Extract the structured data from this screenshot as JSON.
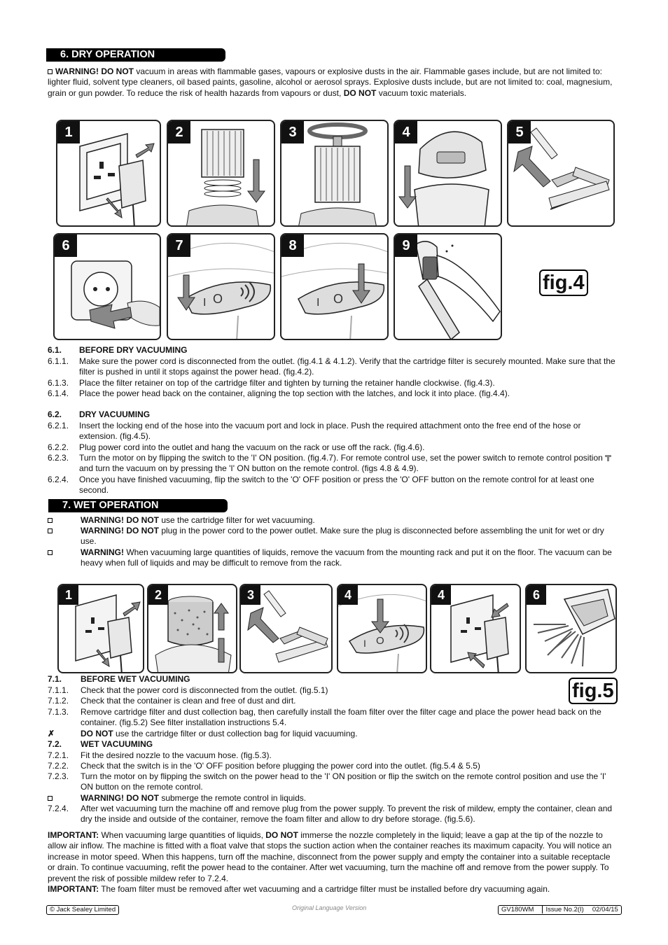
{
  "section6": {
    "title": "6.  DRY OPERATION",
    "warning_bold": "WARNING! DO NOT",
    "warning_text": " vacuum in areas with flammable gases, vapours or explosive dusts in the air. Flammable gases include, but are not limited to: lighter fluid, solvent type cleaners, oil based paints, gasoline, alcohol or aerosol sprays. Explosive dusts include, but are not limited to: coal, magnesium, grain or gun powder. To reduce the risk of health hazards from vapours or dust, ",
    "warning_bold2": "DO NOT",
    "warning_text2": " vacuum toxic materials."
  },
  "fig4": {
    "label": "fig.4",
    "panels": [
      "1",
      "2",
      "3",
      "4",
      "5",
      "6",
      "7",
      "8",
      "9"
    ]
  },
  "dry": {
    "s61_num": "6.1.",
    "s61_title": "BEFORE DRY VACUUMING",
    "items1": [
      {
        "n": "6.1.1.",
        "t": "Make sure the power cord is disconnected from the outlet. (fig.4.1 & 4.1.2). Verify that the cartridge filter is securely mounted. Make sure that the filter is pushed in until it stops against the power head. (fig.4.2)."
      },
      {
        "n": "6.1.3.",
        "t": "Place the filter retainer on top of the cartridge filter and tighten by turning the retainer handle clockwise. (fig.4.3)."
      },
      {
        "n": "6.1.4.",
        "t": "Place the power head back on the container, aligning the top section with the latches, and lock it into place. (fig.4.4)."
      }
    ],
    "s62_num": "6.2.",
    "s62_title": "DRY VACUUMING",
    "items2": [
      {
        "n": "6.2.1.",
        "t": "Insert the locking end of the hose into the vacuum port and lock in place. Push the required attachment onto the free end of the hose or extension. (fig.4.5)."
      },
      {
        "n": "6.2.2.",
        "t": "Plug power cord into the outlet and hang the vacuum on the rack or use off the rack. (fig.4.6)."
      }
    ],
    "item623_n": "6.2.3.",
    "item623_a": "Turn the motor on by flipping the switch to the 'I' ON position. (fig.4.7). For remote control use, set the power switch to remote control position ",
    "item623_b": "  and turn the vacuum on by pressing the 'I' ON button on the remote control. (figs 4.8 & 4.9).",
    "item624_n": "6.2.4.",
    "item624_t": "Once you have finished vacuuming, flip the switch to the 'O' OFF position or press the 'O' OFF button on the remote control for at least one second."
  },
  "section7": {
    "title": "7.  WET OPERATION",
    "warnings": [
      {
        "b": "WARNING! DO NOT",
        "t": " use the cartridge filter for wet vacuuming."
      },
      {
        "b": "WARNING! DO NOT",
        "t": " plug in the power cord to the power outlet. Make sure the plug is disconnected before assembling the unit for wet or dry use."
      },
      {
        "b": "WARNING!",
        "t": " When vacuuming large quantities of liquids, remove the vacuum from the mounting rack and put it on the floor. The vacuum can be heavy when full of liquids and may be difficult to remove from the rack."
      }
    ]
  },
  "fig5": {
    "label": "fig.5",
    "panels": [
      "1",
      "2",
      "3",
      "4",
      "4",
      "6"
    ]
  },
  "wet": {
    "s71_num": "7.1.",
    "s71_title": "BEFORE WET VACUUMING",
    "items1": [
      {
        "n": "7.1.1.",
        "t": "Check that the power cord is disconnected from the outlet. (fig.5.1)"
      },
      {
        "n": "7.1.2.",
        "t": "Check that the container is clean and free of dust and dirt."
      },
      {
        "n": "7.1.3.",
        "t": "Remove cartridge filter and dust collection bag, then carefully install the foam filter over the filter cage and place the power head back on the container. (fig.5.2) See filter installation instructions 5.4."
      }
    ],
    "cross_mark": "✗",
    "cross_bold": "DO NOT",
    "cross_text": " use the cartridge filter or dust collection bag for liquid vacuuming.",
    "s72_num": "7.2.",
    "s72_title": "WET VACUUMING",
    "items2": [
      {
        "n": "7.2.1.",
        "t": "Fit the desired nozzle to the vacuum hose. (fig.5.3)."
      },
      {
        "n": "7.2.2.",
        "t": "Check that the switch is in the 'O' OFF position before plugging the power cord into the outlet. (fig.5.4 & 5.5)"
      },
      {
        "n": "7.2.3.",
        "t": "Turn the motor on by flipping the switch on the power head to the 'I' ON position or flip the switch on the remote control position and use the 'I' ON button on the remote control."
      }
    ],
    "warn_bold": "WARNING! DO NOT",
    "warn_text": " submerge the remote control in liquids.",
    "item724_n": "7.2.4.",
    "item724_t": "After wet vacuuming turn the machine off and remove plug from the power supply. To prevent the risk of mildew, empty the container, clean and dry the inside and outside of the container, remove the foam filter and allow to dry before storage. (fig.5.6)."
  },
  "important": {
    "b1": "IMPORTANT:",
    "t1a": " When vacuuming large quantities of liquids, ",
    "b1b": "DO NOT",
    "t1b": " immerse the nozzle completely in the liquid; leave a gap at the tip of the nozzle to allow air inflow. The machine is fitted with a float valve that stops the suction action when the container reaches its maximum capacity. You will notice an increase in motor speed. When this happens, turn off the machine, disconnect from the power supply and empty the container into a suitable receptacle or drain.  To continue vacuuming, refit the power head to the container. After wet vacuuming, turn the machine off and remove from the power supply. To prevent the risk of possible mildew refer to 7.2.4.",
    "b2": "IMPORTANT:",
    "t2": " The foam filter must be removed after wet vacuuming and a cartridge filter must be  installed before dry vacuuming again."
  },
  "footer": {
    "copyright": "© Jack Sealey Limited",
    "center": "Original Language Version",
    "model": "GV180WM",
    "issue": "Issue No.2(I)",
    "date": "02/04/15"
  }
}
